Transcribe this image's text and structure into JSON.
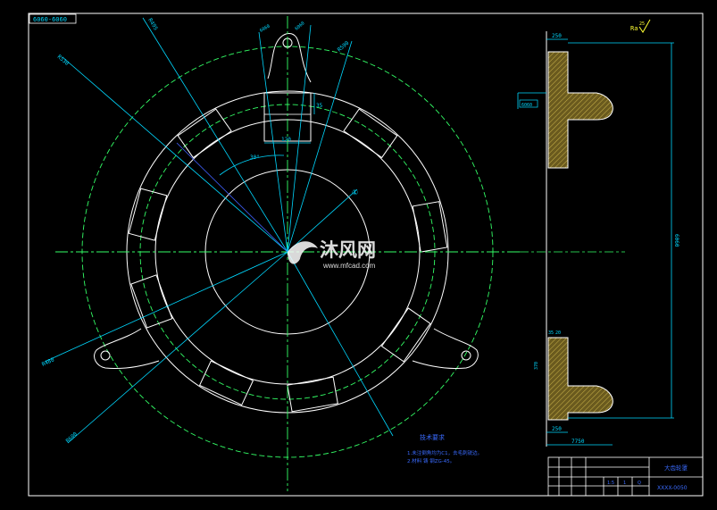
{
  "drawing": {
    "title_tag": "6060-6060",
    "radius_labels": [
      "R530",
      "R495",
      "R480",
      "R600",
      "R590"
    ],
    "angle_label": "30°",
    "circle_marker": "①",
    "slot_width_label": "120",
    "slot_height_label": "35",
    "hole_labels": [
      "6060",
      "6060"
    ],
    "roughness": {
      "prefix": "Ra",
      "value": "25",
      "symbol": "√"
    },
    "section_labels": {
      "top_width": "250",
      "flange_callout": "6060",
      "height_dim": "6060",
      "mid_left": "35",
      "mid_right": "20",
      "side_num": "370",
      "bottom_width": "250",
      "overall_width": "7750"
    },
    "notes": {
      "title": "技术要求",
      "line1": "1.未注倒角均为C1，去毛刺锐边。",
      "line2": "2.材料    铸    钢ZG-45。"
    },
    "title_block": {
      "name": "大齿轮罩",
      "drawing_no": "XXXX-0050",
      "cells": [
        "1:5",
        "1",
        "Q"
      ]
    },
    "watermark": {
      "cn": "沐风网",
      "url": "www.mfcad.com"
    },
    "colors": {
      "background": "#000000",
      "outline": "#ffffff",
      "centerline": "#33ff66",
      "dimension": "#00d8ff",
      "roughness": "#ffff33",
      "notes": "#3a6bff"
    }
  }
}
